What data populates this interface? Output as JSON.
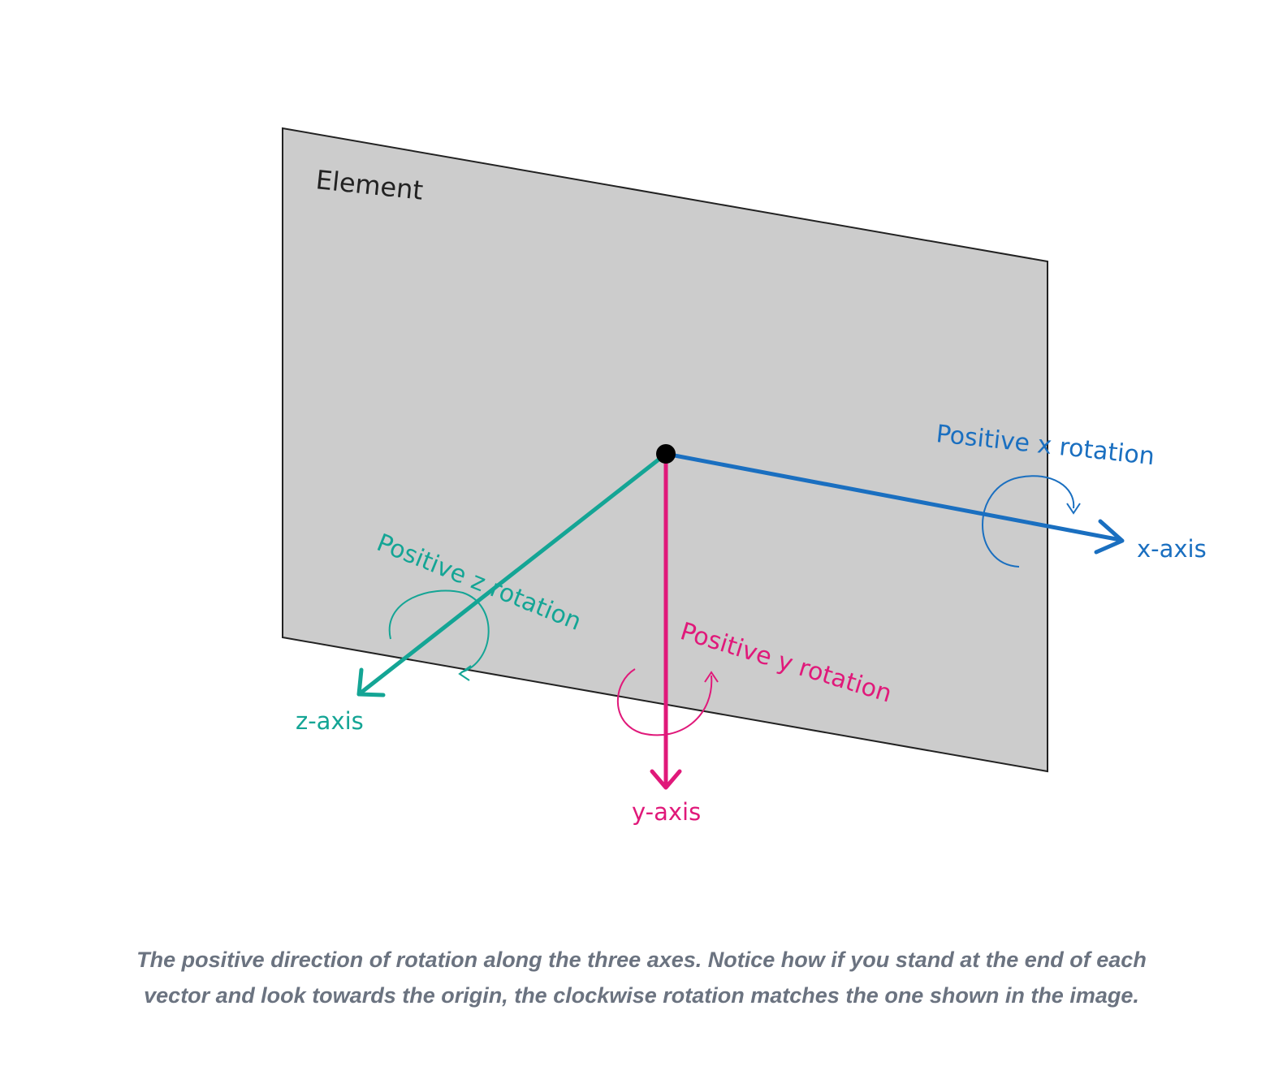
{
  "diagram": {
    "element_label": "Element",
    "x_axis": {
      "label": "x-axis",
      "rotation_label": "Positive x rotation",
      "color": "#1a6fc0"
    },
    "y_axis": {
      "label": "y-axis",
      "rotation_label": "Positive y rotation",
      "color": "#e0197a"
    },
    "z_axis": {
      "label": "z-axis",
      "rotation_label": "Positive z rotation",
      "color": "#14a595"
    },
    "plane_fill": "#cccccc",
    "plane_stroke": "#222222",
    "origin_color": "#000000"
  },
  "caption": {
    "line1": "The positive direction of rotation along the three axes. Notice how if you stand at the end of each",
    "line2": "vector and look towards the origin, the clockwise rotation matches the one shown in the image."
  }
}
